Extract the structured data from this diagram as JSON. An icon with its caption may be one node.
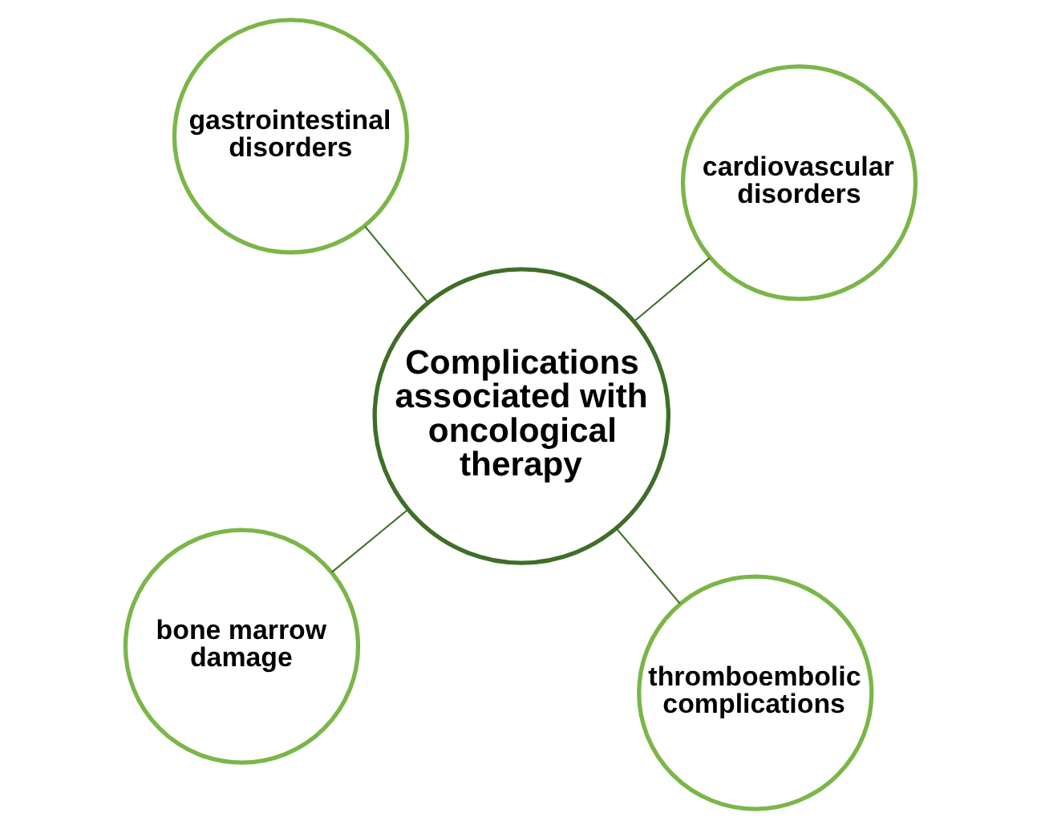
{
  "diagram": {
    "nodes": [
      {
        "text": [
          "bone marrow damage"
        ]
      },
      {
        "text": [
          "thromboembolic complications"
        ]
      },
      {
        "text": [
          "Complications associated with oncological therapy"
        ]
      },
      {
        "text": [
          "gastrointestinal disorders"
        ]
      },
      {
        "text": [
          "cardiovascular disorders"
        ]
      }
    ],
    "edges": [
      {
        "from": 2,
        "to": 0,
        "arrow": "none"
      },
      {
        "from": 2,
        "to": 1,
        "arrow": "none"
      },
      {
        "from": 2,
        "to": 3,
        "arrow": "none"
      },
      {
        "from": 2,
        "to": 4,
        "arrow": "none"
      }
    ]
  }
}
